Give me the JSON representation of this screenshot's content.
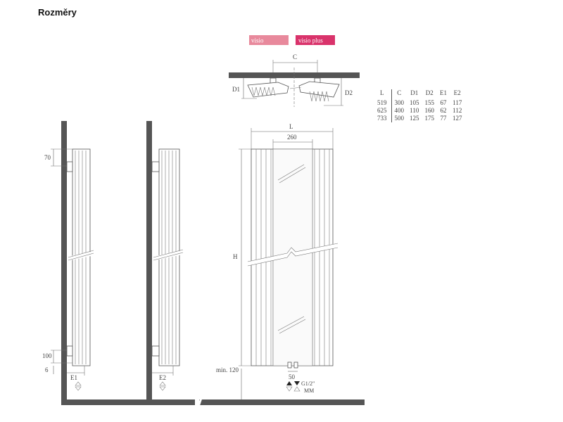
{
  "title": "Rozměry",
  "legend": {
    "visio": {
      "label": "visio",
      "color": "#e8899c"
    },
    "visio_plus": {
      "label": "visio plus",
      "color": "#d9336b"
    }
  },
  "top_view": {
    "c": "C",
    "d1": "D1",
    "d2": "D2"
  },
  "side_view_1": {
    "dim_top": "70",
    "dim_bottom": "100",
    "dim_floor": "6",
    "e_label": "E1"
  },
  "side_view_2": {
    "e_label": "E2"
  },
  "front_view": {
    "l": "L",
    "inner": "260",
    "h": "H",
    "floor": "min. 120",
    "connection_spacing": "50",
    "connection_size": "G1/2\"",
    "connection_type": "MM"
  },
  "table": {
    "headers": [
      "L",
      "C",
      "D1",
      "D2",
      "E1",
      "E2"
    ],
    "rows": [
      [
        "519",
        "300",
        "105",
        "155",
        "67",
        "117"
      ],
      [
        "625",
        "400",
        "110",
        "160",
        "62",
        "112"
      ],
      [
        "733",
        "500",
        "125",
        "175",
        "77",
        "127"
      ]
    ]
  }
}
